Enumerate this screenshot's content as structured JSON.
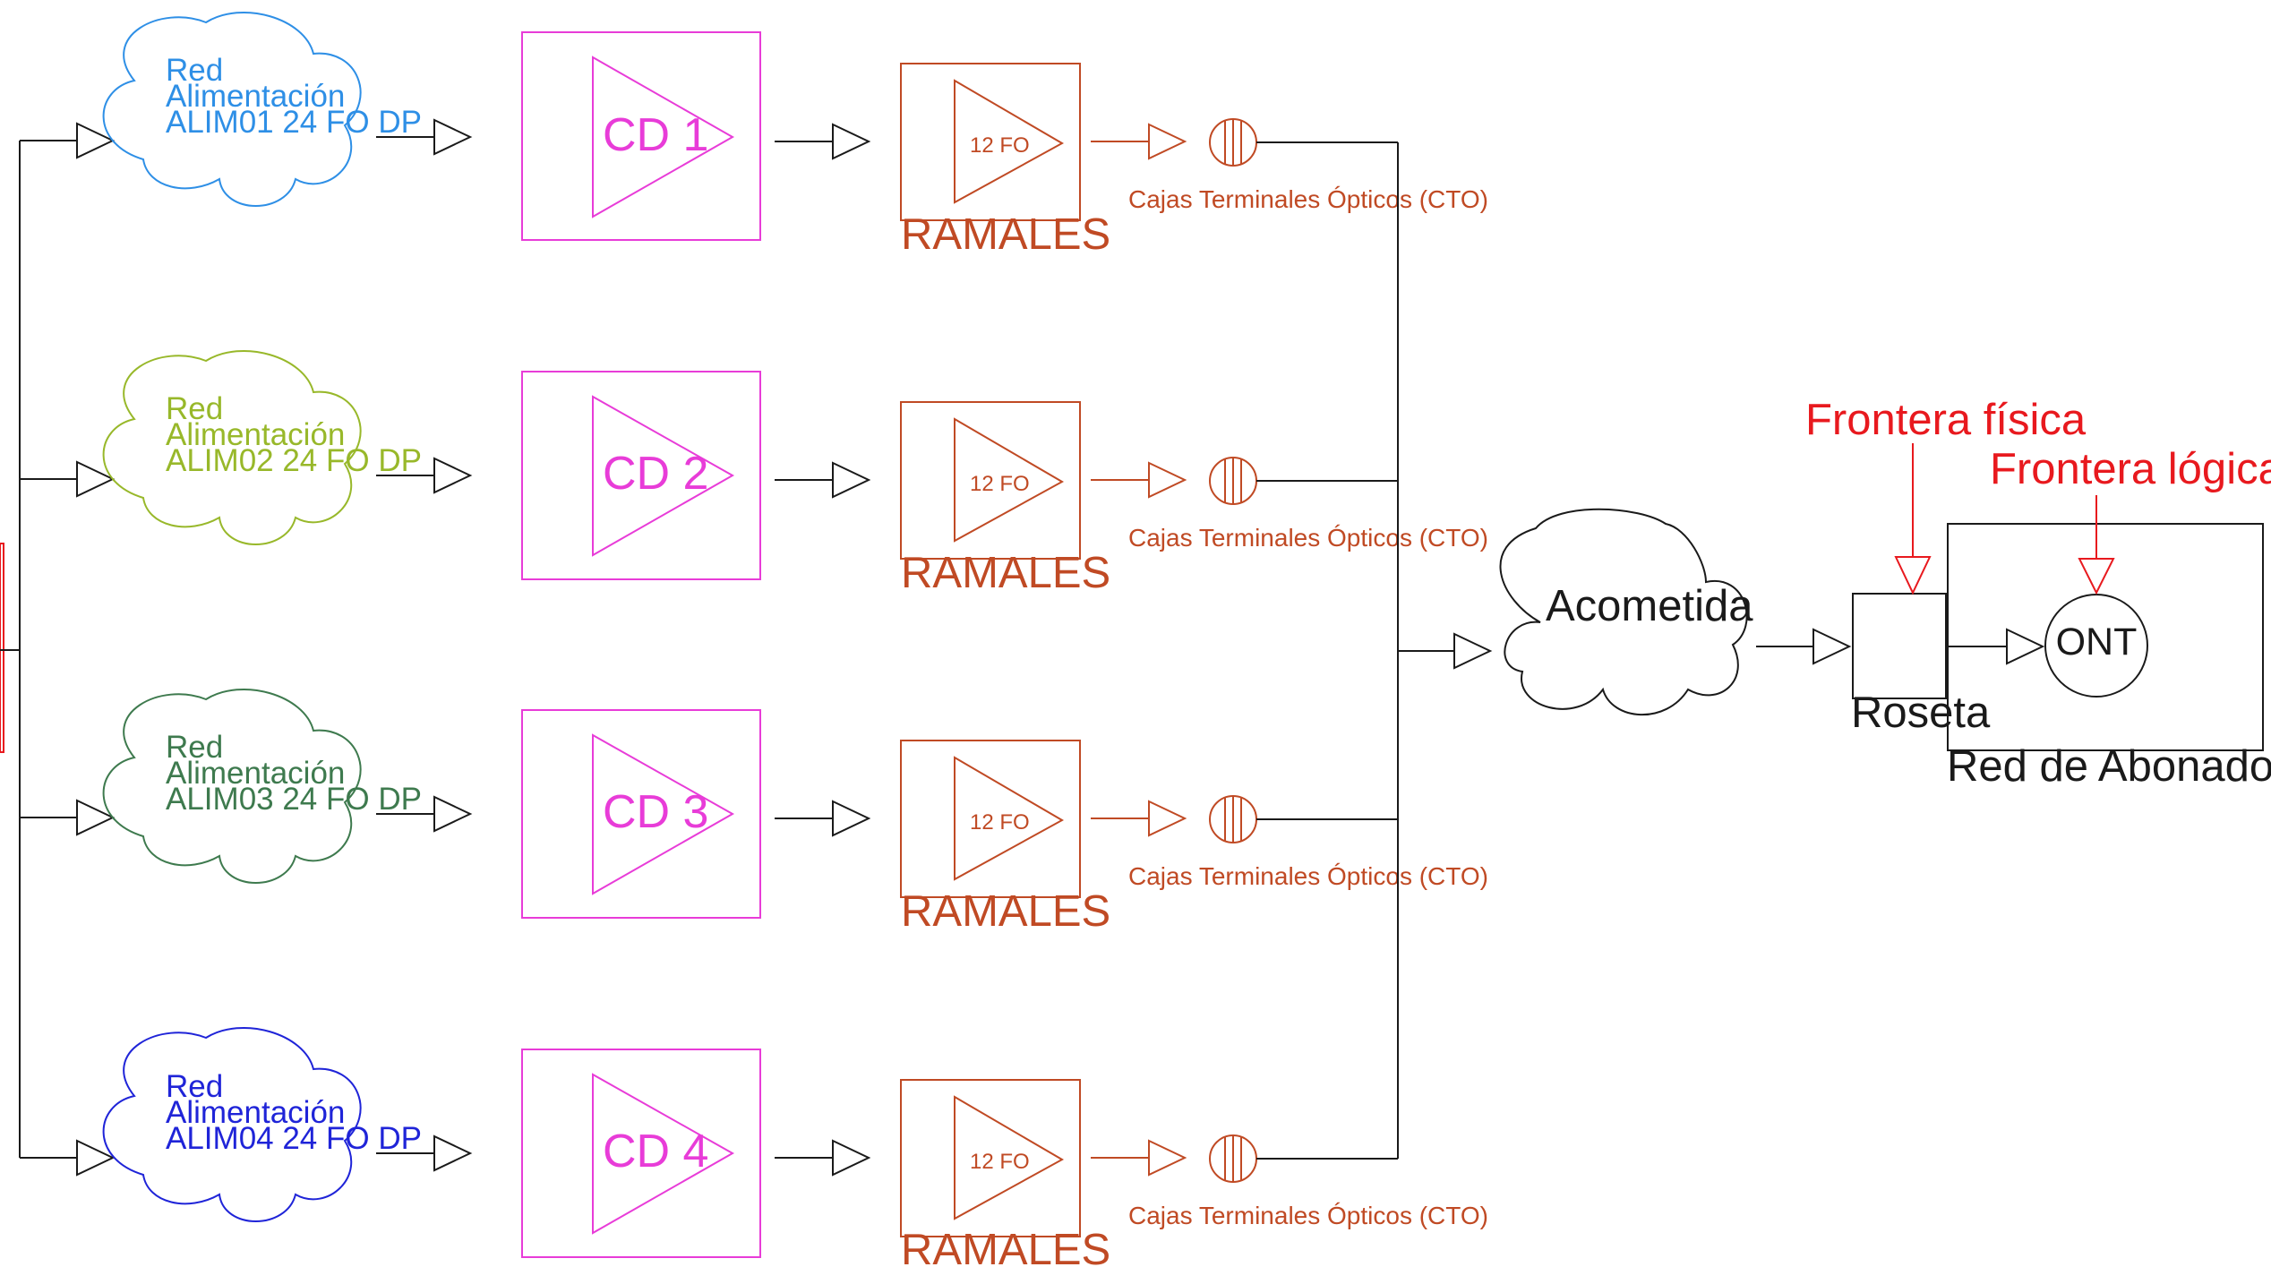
{
  "feeders": [
    {
      "line1": "Red",
      "line2": "Alimentación",
      "line3": "ALIM01 24 FO DP",
      "color": "#2E8FE6",
      "cd_label": "CD 1",
      "fo_label": "12 FO",
      "ramal_label": "RAMALES",
      "cto_label": "Cajas Terminales Ópticos (CTO)"
    },
    {
      "line1": "Red",
      "line2": "Alimentación",
      "line3": "ALIM02 24 FO DP",
      "color": "#98B82A",
      "cd_label": "CD 2",
      "fo_label": "12 FO",
      "ramal_label": "RAMALES",
      "cto_label": "Cajas Terminales Ópticos (CTO)"
    },
    {
      "line1": "Red",
      "line2": "Alimentación",
      "line3": "ALIM03 24 FO DP",
      "color": "#3E7A4E",
      "cd_label": "CD 3",
      "fo_label": "12 FO",
      "ramal_label": "RAMALES",
      "cto_label": "Cajas Terminales Ópticos (CTO)"
    },
    {
      "line1": "Red",
      "line2": "Alimentación",
      "line3": "ALIM04 24 FO DP",
      "color": "#1F24D8",
      "cd_label": "CD 4",
      "fo_label": "12 FO",
      "ramal_label": "RAMALES",
      "cto_label": "Cajas Terminales Ópticos (CTO)"
    }
  ],
  "acometida": "Acometida",
  "roseta": "Roseta",
  "ont": "ONT",
  "red_abonado": "Red de Abonado",
  "frontera_fisica": "Frontera física",
  "frontera_logica": "Frontera lógica",
  "colors": {
    "cd": "#E83CD8",
    "ramal": "#C04A24",
    "frontier": "#E8191E",
    "line": "#1A1A1A"
  }
}
